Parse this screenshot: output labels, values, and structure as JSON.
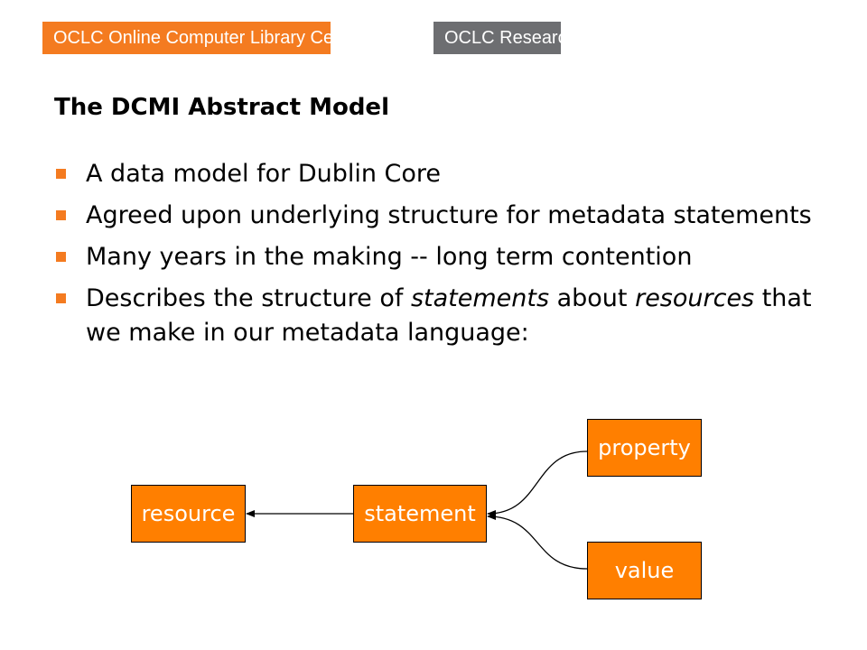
{
  "header": {
    "org_label": "OCLC Online Computer Library Center",
    "research_label": "OCLC Research",
    "colors": {
      "orange": "#f47b20",
      "gray": "#6d6e71"
    }
  },
  "slide": {
    "title": "The DCMI Abstract Model",
    "bullets": [
      {
        "text": "A data model for Dublin Core"
      },
      {
        "text": "Agreed upon underlying structure for metadata statements"
      },
      {
        "text": "Many years in the making -- long term contention"
      },
      {
        "part1": "Describes the structure of ",
        "em1": "statements",
        "part2": " about ",
        "em2": "resources",
        "part3": " that we make in our metadata language:"
      }
    ]
  },
  "diagram": {
    "node_color": "#ff7f00",
    "nodes": {
      "resource": "resource",
      "statement": "statement",
      "property": "property",
      "value": "value"
    }
  }
}
